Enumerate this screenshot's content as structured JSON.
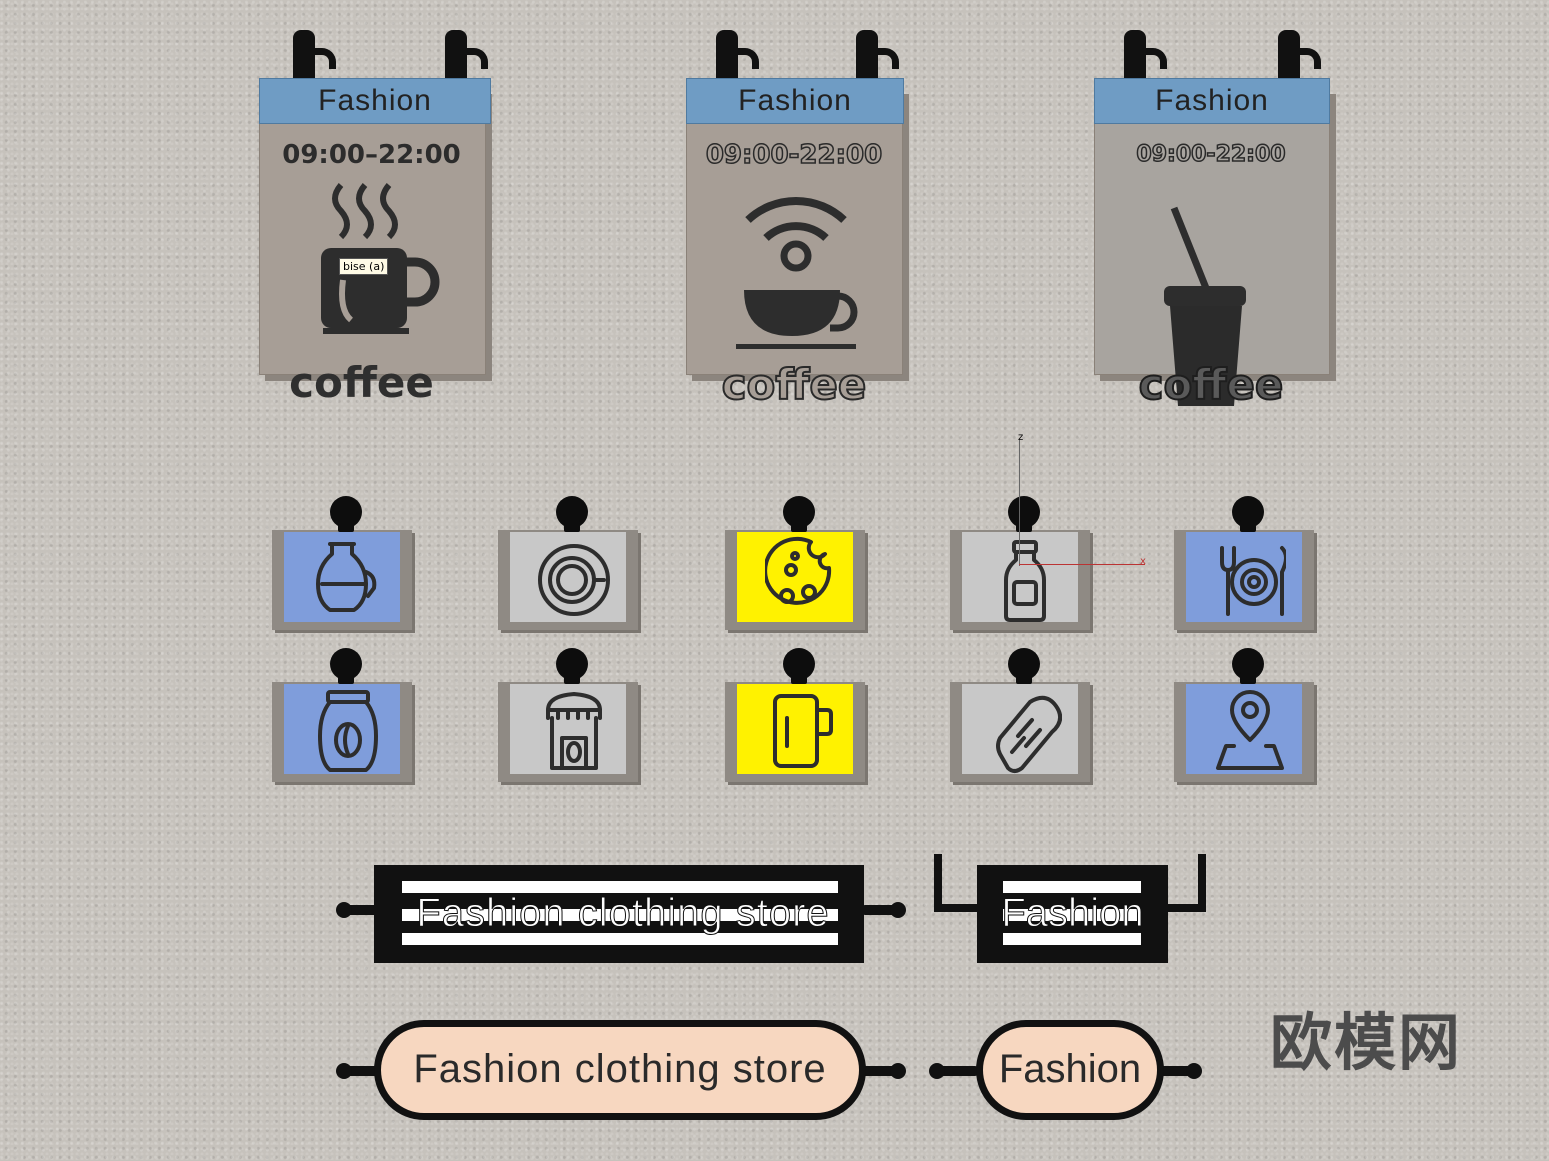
{
  "signs": [
    {
      "title": "Fashion",
      "hours": "09:00–22:00",
      "word": "coffee",
      "icon": "steaming-cup-icon",
      "tooltip": "bise (a)"
    },
    {
      "title": "Fashion",
      "hours": "09:00-22:00",
      "word": "coffee",
      "icon": "wifi-cup-icon"
    },
    {
      "title": "Fashion",
      "hours": "09:00-22:00",
      "word": "coffee",
      "icon": "takeaway-cup-icon"
    }
  ],
  "tiles_row1": [
    {
      "icon": "coffee-pot-icon",
      "color": "#7f9ddb"
    },
    {
      "icon": "cup-top-view-icon",
      "color": "#c8c8c8"
    },
    {
      "icon": "cookie-icon",
      "color": "#fff200"
    },
    {
      "icon": "bottle-icon",
      "color": "#c8c8c8"
    },
    {
      "icon": "cutlery-plate-icon",
      "color": "#7f9ddb"
    }
  ],
  "tiles_row2": [
    {
      "icon": "coffee-bag-icon",
      "color": "#7f9ddb"
    },
    {
      "icon": "cafe-shop-icon",
      "color": "#c8c8c8"
    },
    {
      "icon": "mug-icon",
      "color": "#fff200"
    },
    {
      "icon": "toast-icon",
      "color": "#c8c8c8"
    },
    {
      "icon": "map-pin-icon",
      "color": "#7f9ddb"
    }
  ],
  "bars": {
    "striped_long": "Fashion clothing store",
    "striped_short": "Fashion",
    "pill_long": "Fashion clothing store",
    "pill_short": "Fashion",
    "pill_color": "#f7d7c0"
  },
  "watermark": "欧模网",
  "axis": {
    "z": "z",
    "x": "x"
  }
}
